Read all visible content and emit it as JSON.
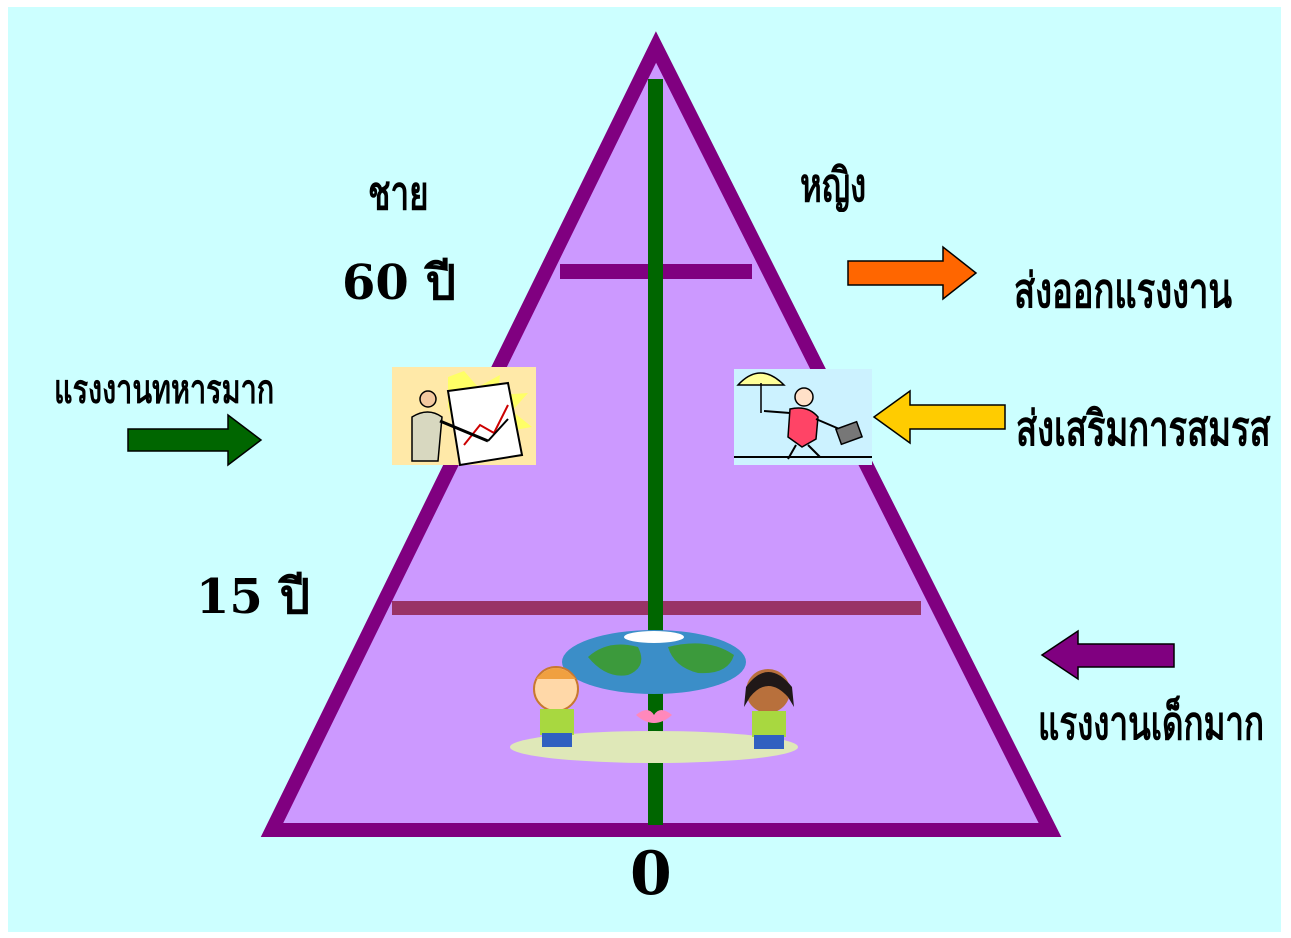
{
  "labels": {
    "male": "ชาย",
    "female": "หญิง",
    "age_60": "60 ปี",
    "age_15": "15 ปี",
    "age_0": "0"
  },
  "annotations": {
    "export_labor": "ส่งออกแรงงาน",
    "military_labor": "แรงงานทหารมาก",
    "promote_marriage": "ส่งเสริมการสมรส",
    "child_labor": "แรงงานเด็กมาก"
  },
  "colors": {
    "background": "#ccffff",
    "triangle_fill": "#cc99ff",
    "triangle_border": "#800080",
    "center_axis": "#006600",
    "line_60": "#800080",
    "line_15": "#993366",
    "arrow_export": "#ff6600",
    "arrow_military": "#006600",
    "arrow_marriage": "#ffcc00",
    "arrow_child": "#800080"
  },
  "icons": {
    "presenter": "presenter-clipart-icon",
    "woman": "woman-umbrella-clipart-icon",
    "kids": "kids-globe-clipart-icon"
  }
}
